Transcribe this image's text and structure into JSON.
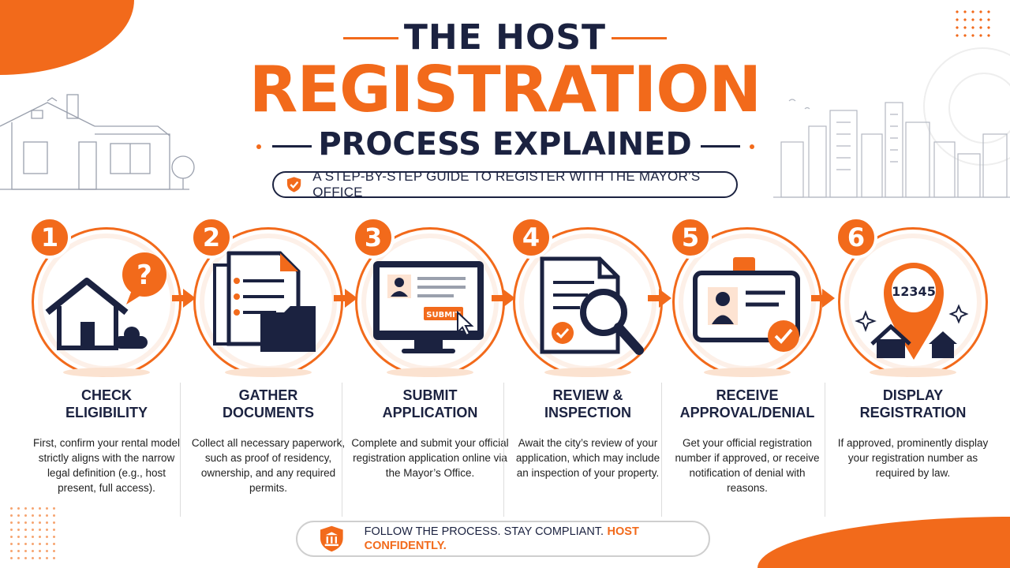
{
  "header": {
    "title_top": "THE HOST",
    "title_main": "REGISTRATION",
    "title_sub": "PROCESS EXPLAINED",
    "tagline": "A STEP-BY-STEP GUIDE TO REGISTER WITH THE MAYOR’S OFFICE"
  },
  "steps": [
    {
      "number": "1",
      "title": "CHECK ELIGIBILITY",
      "icon": "house-question-icon",
      "description": "First, confirm your rental model strictly aligns with the narrow legal definition (e.g., host present, full access)."
    },
    {
      "number": "2",
      "title": "GATHER DOCUMENTS",
      "icon": "documents-folder-icon",
      "description": "Collect all necessary paperwork, such as proof of residency, ownership, and any required permits."
    },
    {
      "number": "3",
      "title": "SUBMIT APPLICATION",
      "icon": "monitor-submit-icon",
      "button_text": "SUBMIT",
      "description": "Complete and submit your official registration application online via the Mayor’s Office."
    },
    {
      "number": "4",
      "title": "REVIEW & INSPECTION",
      "icon": "magnifier-document-icon",
      "description": "Await the city’s review of your application, which may include an inspection of your property."
    },
    {
      "number": "5",
      "title": "RECEIVE APPROVAL/DENIAL",
      "icon": "id-badge-icon",
      "description": "Get your official registration number if approved, or receive notification of denial with reasons."
    },
    {
      "number": "6",
      "title": "DISPLAY REGISTRATION",
      "icon": "location-pin-icon",
      "pin_text": "12345",
      "description": "If approved, prominently display your registration number as required by law."
    }
  ],
  "footer": {
    "text": "FOLLOW THE PROCESS. STAY COMPLIANT.",
    "accent": "HOST CONFIDENTLY."
  },
  "colors": {
    "navy": "#1b2240",
    "orange": "#f26a1b"
  }
}
